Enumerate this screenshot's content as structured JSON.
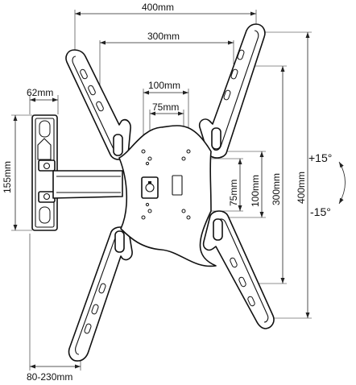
{
  "dimensions": {
    "top_400": "400mm",
    "top_300": "300mm",
    "center_100": "100mm",
    "center_75": "75mm",
    "wall_width": "62mm",
    "wall_height": "155mm",
    "vertical_75": "75mm",
    "vertical_100": "100mm",
    "vertical_300": "300mm",
    "vertical_400": "400mm",
    "extension": "80-230mm"
  },
  "tilt": {
    "up": "+15°",
    "down": "-15°"
  },
  "colors": {
    "line": "#111111",
    "background": "#ffffff"
  }
}
